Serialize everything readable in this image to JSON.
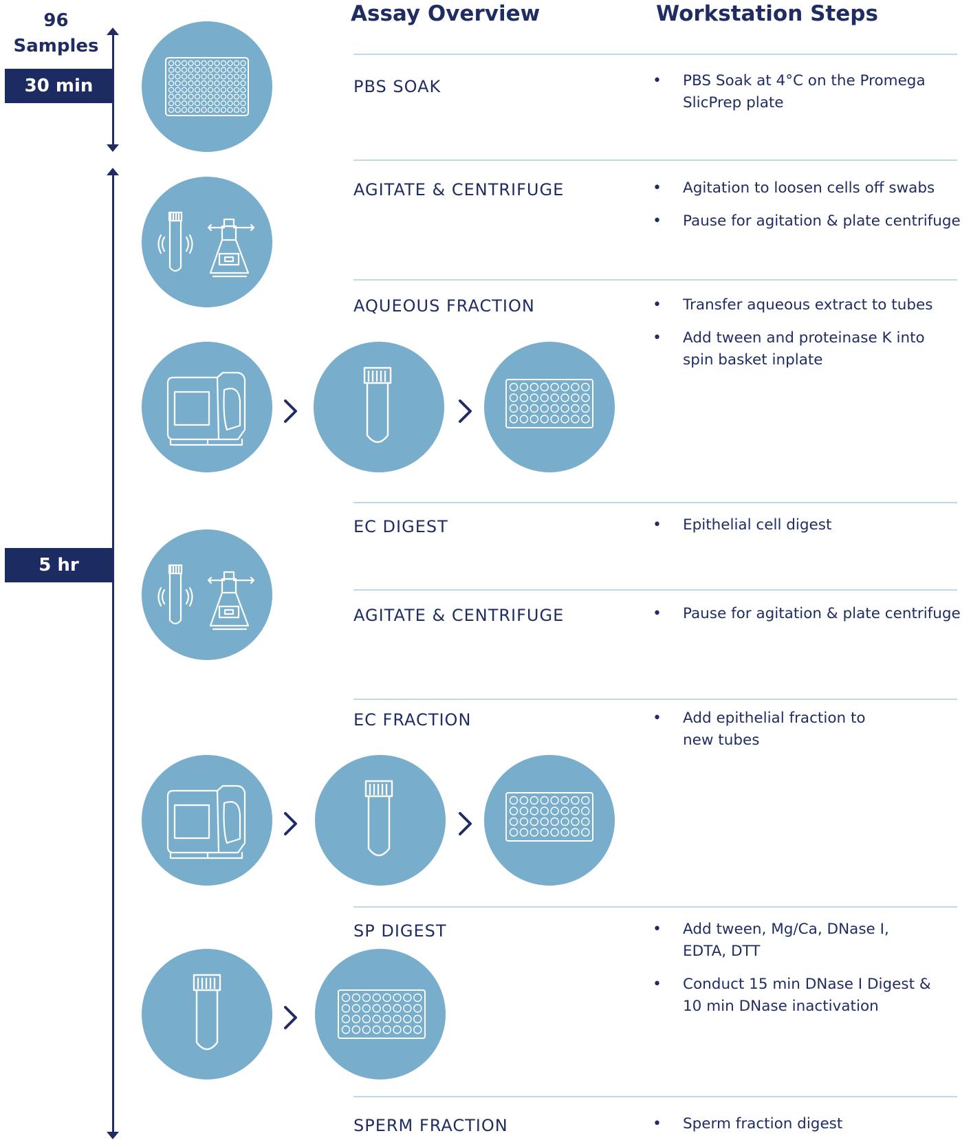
{
  "headers": {
    "samples": "96\nSamples",
    "assay_overview": "Assay Overview",
    "workstation_steps": "Workstation Steps"
  },
  "timeline": {
    "t1": "30 min",
    "t2": "5 hr"
  },
  "steps": [
    {
      "label": "PBS SOAK",
      "bullets": [
        "PBS Soak at 4°C on the Promega SlicPrep plate"
      ]
    },
    {
      "label": "AGITATE & CENTRIFUGE",
      "bullets": [
        "Agitation to loosen cells off swabs",
        "Pause for agitation & plate centrifuge"
      ]
    },
    {
      "label": "AQUEOUS FRACTION",
      "bullets": [
        "Transfer aqueous extract to tubes",
        "Add tween and proteinase K into spin basket inplate"
      ]
    },
    {
      "label": "EC DIGEST",
      "bullets": [
        "Epithelial cell digest"
      ]
    },
    {
      "label": "AGITATE & CENTRIFUGE",
      "bullets": [
        "Pause for agitation & plate centrifuge"
      ]
    },
    {
      "label": "EC FRACTION",
      "bullets": [
        "Add epithelial fraction to new tubes"
      ]
    },
    {
      "label": "SP DIGEST",
      "bullets": [
        "Add tween, Mg/Ca, DNase I, EDTA, DTT",
        "Conduct 15 min DNase I Digest & 10 min DNase inactivation"
      ]
    },
    {
      "label": "SPERM FRACTION",
      "bullets": [
        "Sperm fraction digest"
      ]
    }
  ],
  "icons": {
    "plate_96": "plate-96-icon",
    "agitate_centrifuge": "agitate-centrifuge-icon",
    "workstation": "workstation-icon",
    "tube": "tube-icon",
    "plate_40": "plate-40-icon",
    "chevron": "chevron-right-icon"
  },
  "colors": {
    "navy": "#1f2d63",
    "circle": "#78aecb",
    "divider": "#c0d9e6"
  }
}
